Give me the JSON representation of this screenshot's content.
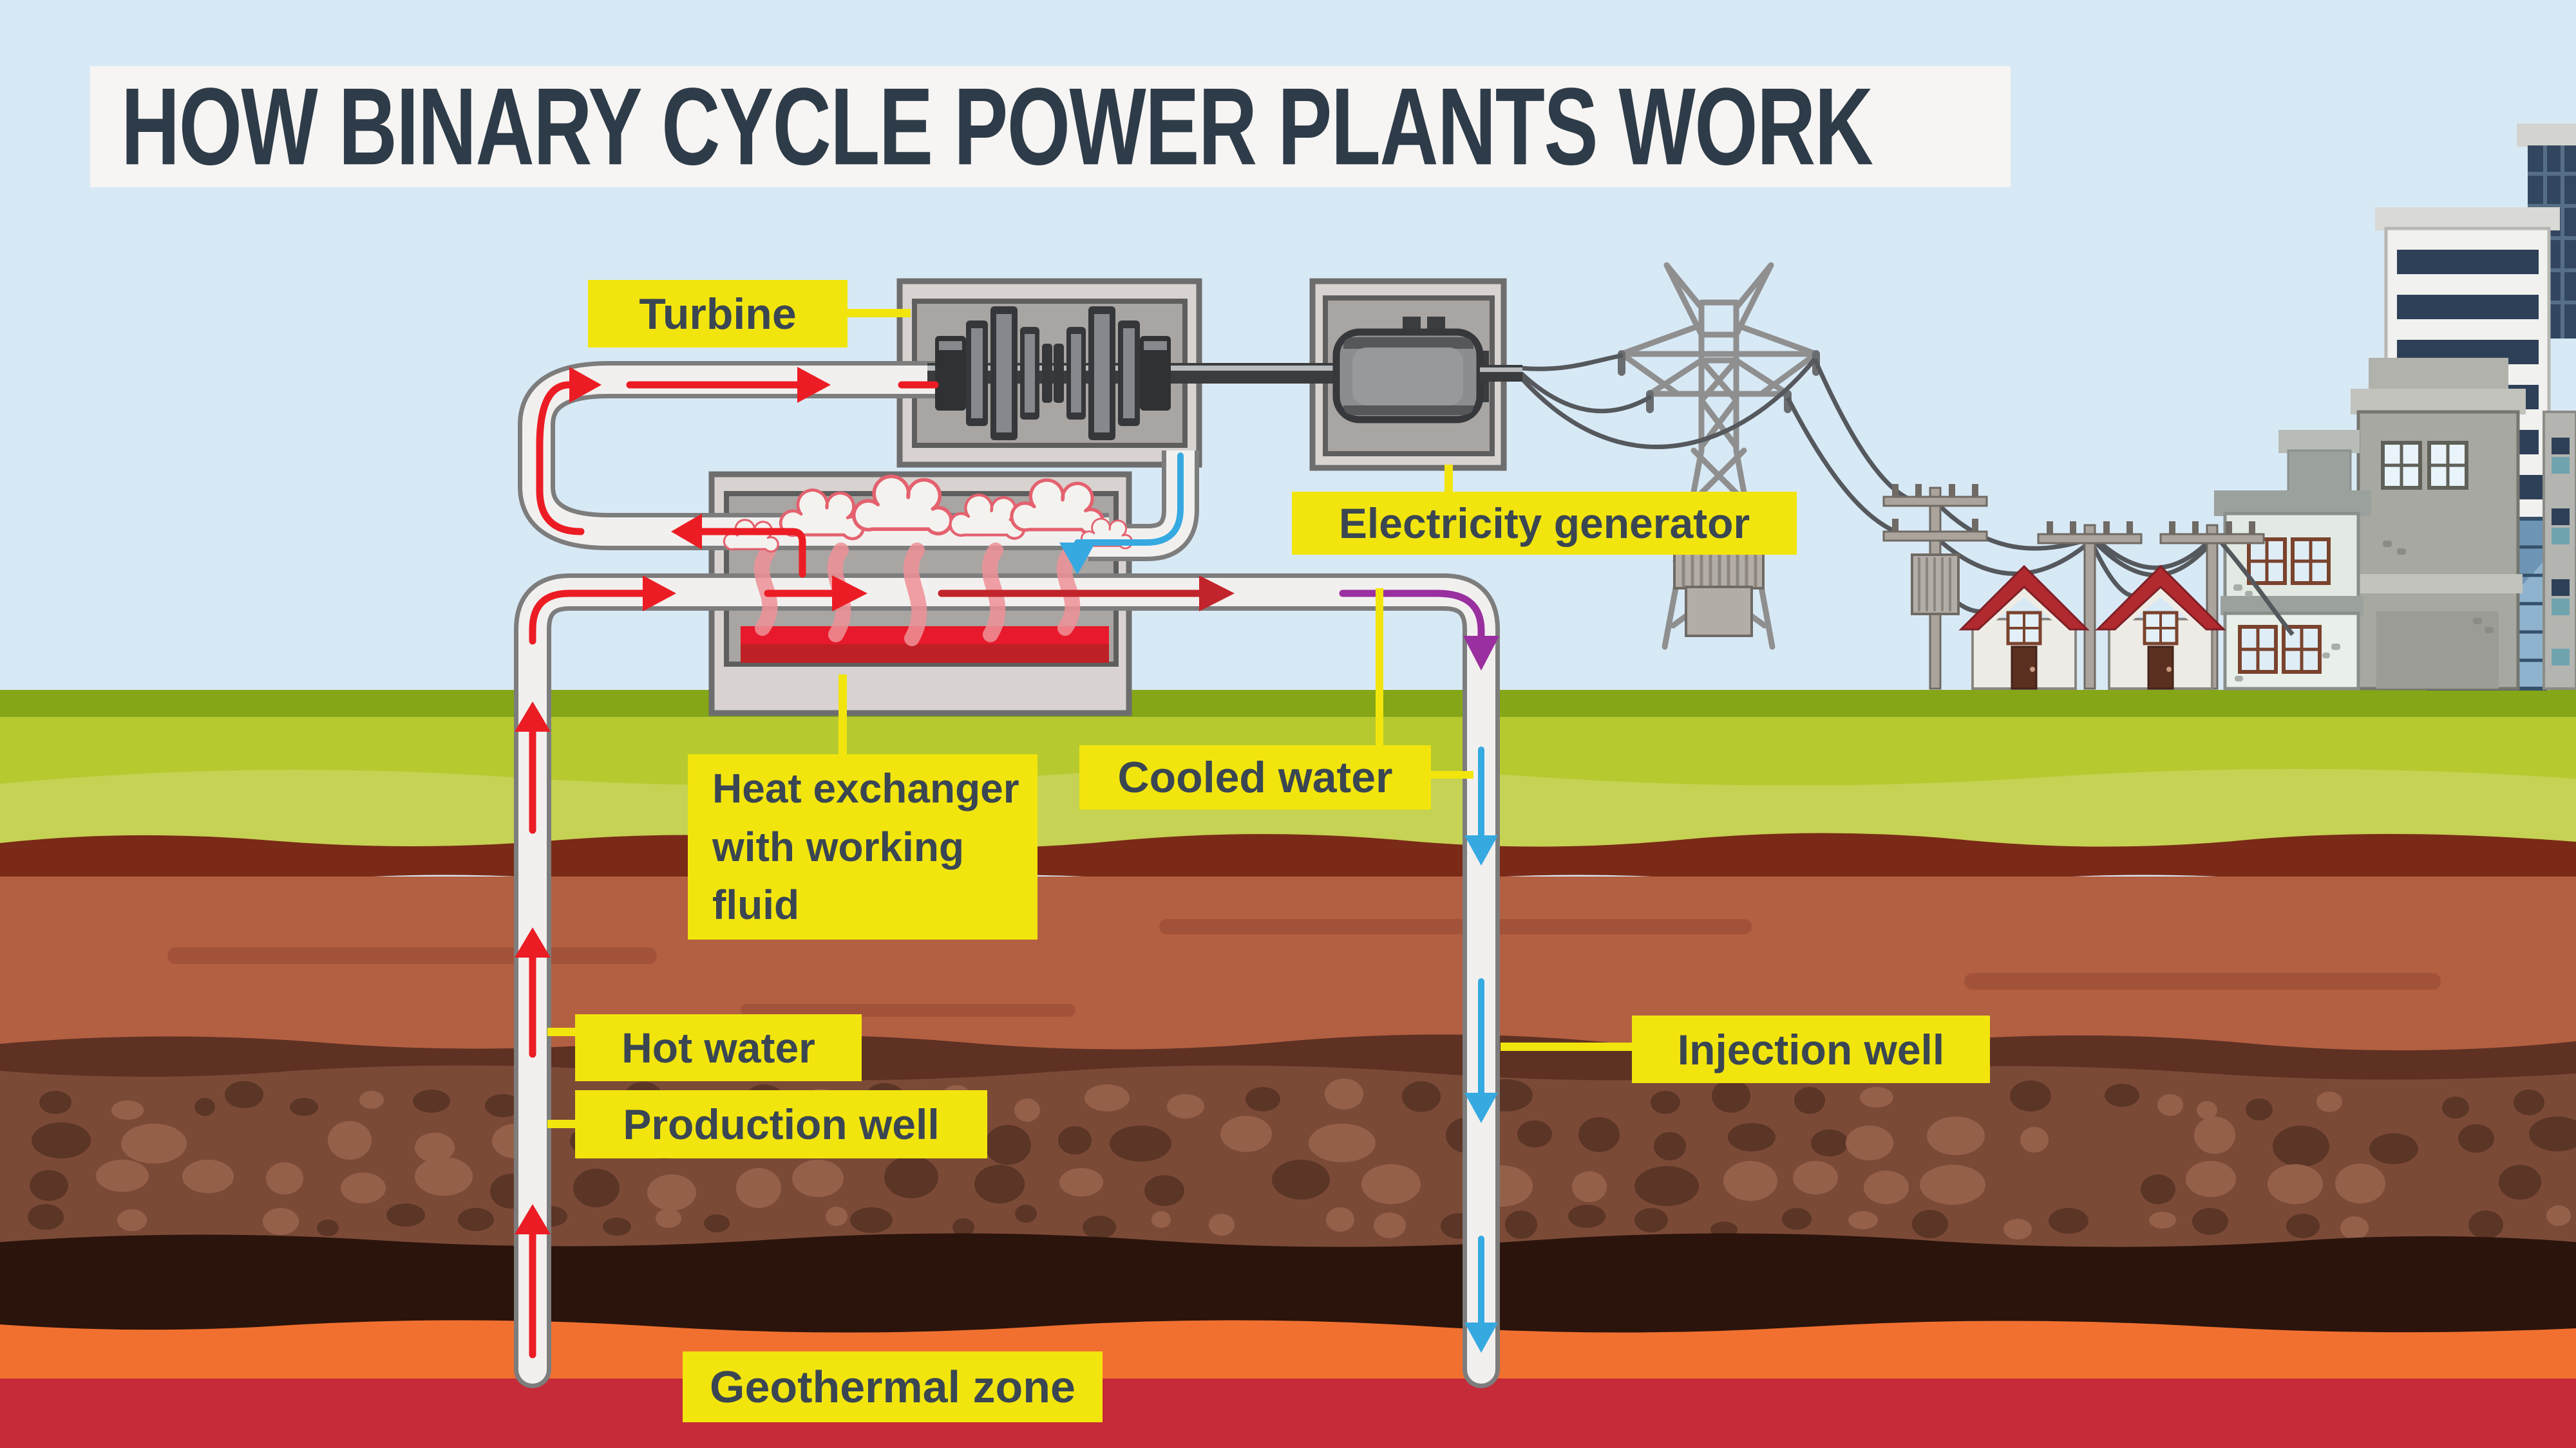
{
  "title": "HOW BINARY CYCLE POWER PLANTS WORK",
  "labels": {
    "turbine": "Turbine",
    "electricity_generator": "Electricity generator",
    "heat_exchanger_line1": "Heat exchanger",
    "heat_exchanger_line2": "with working",
    "heat_exchanger_line3": "fluid",
    "cooled_water": "Cooled water",
    "hot_water": "Hot water",
    "production_well": "Production well",
    "injection_well": "Injection well",
    "geothermal_zone": "Geothermal zone"
  },
  "legend": {
    "hot_flow_color": "#ec1c24",
    "cooled_flow_color": "#36a9e1",
    "injection_flow_color": "#9a2f9f",
    "label_background": "#f2e50d",
    "label_text_color": "#3a4652",
    "title_text_color": "#2e3b48"
  }
}
